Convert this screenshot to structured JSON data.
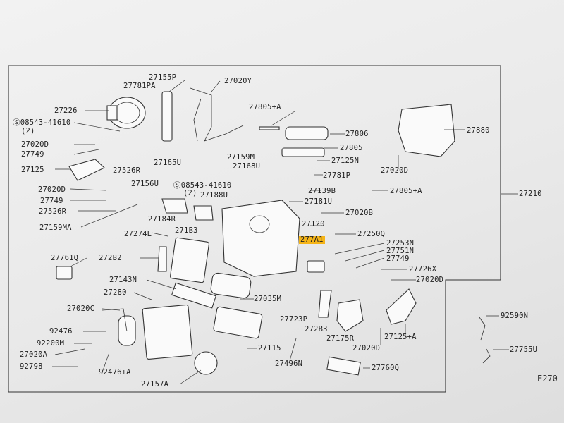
{
  "screen": {
    "reference": "E270"
  },
  "diagram": {
    "frame_label": "27210",
    "highlight_color": "#f5b417",
    "labels": [
      {
        "key": "p27155P",
        "text": "27155P"
      },
      {
        "key": "p27781PA",
        "text": "27781PA"
      },
      {
        "key": "p27020Y",
        "text": "27020Y"
      },
      {
        "key": "p27226",
        "text": "27226"
      },
      {
        "key": "p08543_1",
        "text": "08543-41610"
      },
      {
        "key": "p2_1",
        "text": "(2)"
      },
      {
        "key": "p27805A_1",
        "text": "27805+A"
      },
      {
        "key": "p27806",
        "text": "27806"
      },
      {
        "key": "p27880",
        "text": "27880"
      },
      {
        "key": "p27020D_1",
        "text": "27020D"
      },
      {
        "key": "p27749_1",
        "text": "27749"
      },
      {
        "key": "p27805",
        "text": "27805"
      },
      {
        "key": "p27165U",
        "text": "27165U"
      },
      {
        "key": "p27159M",
        "text": "27159M"
      },
      {
        "key": "p27125N",
        "text": "27125N"
      },
      {
        "key": "p27020D_top",
        "text": "27020D"
      },
      {
        "key": "p27125",
        "text": "27125"
      },
      {
        "key": "p27526R_1",
        "text": "27526R"
      },
      {
        "key": "p27168U",
        "text": "27168U"
      },
      {
        "key": "p27781P",
        "text": "27781P"
      },
      {
        "key": "p27020D_2",
        "text": "27020D"
      },
      {
        "key": "p27156U",
        "text": "27156U"
      },
      {
        "key": "p08543_2",
        "text": "08543-41610"
      },
      {
        "key": "p2_2",
        "text": "(2)"
      },
      {
        "key": "p27139B",
        "text": "27139B"
      },
      {
        "key": "p27805A_2",
        "text": "27805+A"
      },
      {
        "key": "p27749_2",
        "text": "27749"
      },
      {
        "key": "p27188U",
        "text": "27188U"
      },
      {
        "key": "p27181U",
        "text": "27181U"
      },
      {
        "key": "p27526R_2",
        "text": "27526R"
      },
      {
        "key": "p27184R",
        "text": "27184R"
      },
      {
        "key": "p27020B",
        "text": "27020B"
      },
      {
        "key": "p27159MA",
        "text": "27159MA"
      },
      {
        "key": "p27120",
        "text": "27120"
      },
      {
        "key": "p27274L",
        "text": "27274L"
      },
      {
        "key": "p271B3",
        "text": "271B3"
      },
      {
        "key": "p27250Q",
        "text": "27250Q"
      },
      {
        "key": "p277A1",
        "text": "277A1"
      },
      {
        "key": "p27253N",
        "text": "27253N"
      },
      {
        "key": "p27751N",
        "text": "27751N"
      },
      {
        "key": "p27761Q",
        "text": "27761Q"
      },
      {
        "key": "p272B2",
        "text": "272B2"
      },
      {
        "key": "p27749_3",
        "text": "27749"
      },
      {
        "key": "p27726X",
        "text": "27726X"
      },
      {
        "key": "p27143N",
        "text": "27143N"
      },
      {
        "key": "p27020D_3",
        "text": "27020D"
      },
      {
        "key": "p27280",
        "text": "27280"
      },
      {
        "key": "p27035M",
        "text": "27035M"
      },
      {
        "key": "p27020C",
        "text": "27020C"
      },
      {
        "key": "p92590N",
        "text": "92590N"
      },
      {
        "key": "p27723P",
        "text": "27723P"
      },
      {
        "key": "p27125A",
        "text": "27125+A"
      },
      {
        "key": "p92476",
        "text": "92476"
      },
      {
        "key": "p272B3",
        "text": "272B3"
      },
      {
        "key": "p27175R",
        "text": "27175R"
      },
      {
        "key": "p92200M",
        "text": "92200M"
      },
      {
        "key": "p27755U",
        "text": "27755U"
      },
      {
        "key": "p27115",
        "text": "27115"
      },
      {
        "key": "p27020D_4",
        "text": "27020D"
      },
      {
        "key": "p27020A",
        "text": "27020A"
      },
      {
        "key": "p92798",
        "text": "92798"
      },
      {
        "key": "p92476A",
        "text": "92476+A"
      },
      {
        "key": "p27496N",
        "text": "27496N"
      },
      {
        "key": "p27760Q",
        "text": "27760Q"
      },
      {
        "key": "p27157A",
        "text": "27157A"
      }
    ]
  }
}
